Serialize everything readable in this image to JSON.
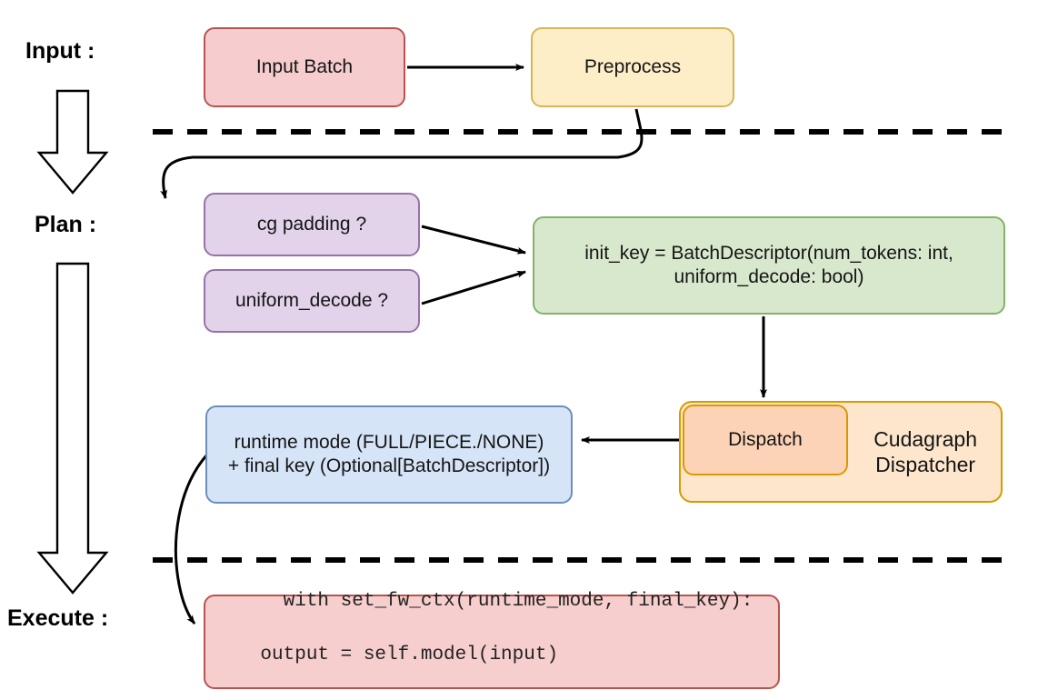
{
  "diagram": {
    "title": "vLLM cudagraph dispatch pipeline",
    "background": "#ffffff",
    "stages": [
      {
        "id": "input",
        "label": "Input :"
      },
      {
        "id": "plan",
        "label": "Plan :"
      },
      {
        "id": "execute",
        "label": "Execute :"
      }
    ],
    "nodes": [
      {
        "id": "input-batch",
        "label": "Input Batch",
        "fill": "#f6ccce",
        "stroke": "#b85450"
      },
      {
        "id": "preprocess",
        "label": "Preprocess",
        "fill": "#fdeec8",
        "stroke": "#d6b656"
      },
      {
        "id": "cg-padding",
        "label": "cg padding ?",
        "fill": "#e2d3eb",
        "stroke": "#9673a6"
      },
      {
        "id": "uniform-decode",
        "label": "uniform_decode ?",
        "fill": "#e2d3eb",
        "stroke": "#9673a6"
      },
      {
        "id": "init-key",
        "line1": "init_key = BatchDescriptor(num_tokens: int,",
        "line2": "uniform_decode: bool)",
        "fill": "#d8e8cd",
        "stroke": "#82b366"
      },
      {
        "id": "dispatch",
        "label": "Dispatch",
        "fill": "#fcd3b7",
        "stroke": "#d79b00"
      },
      {
        "id": "cudagraph-dispatcher",
        "line1": "Cudagraph",
        "line2": "Dispatcher",
        "fill": "#fde6cc",
        "stroke": "#d79b00"
      },
      {
        "id": "runtime-mode",
        "line1": "runtime mode (FULL/PIECE./NONE)",
        "line2": "+ final key (Optional[BatchDescriptor])",
        "fill": "#d6e4f7",
        "stroke": "#6c8ebf"
      },
      {
        "id": "exec-code",
        "line1": "with set_fw_ctx(runtime_mode, final_key):",
        "line2": "    output = self.model(input)",
        "fill": "#f6cecd",
        "stroke": "#b85450"
      }
    ],
    "edges": [
      {
        "id": "input-batch-to-preprocess",
        "from": "input-batch",
        "to": "preprocess",
        "style": "straight-arrow"
      },
      {
        "id": "preprocess-to-cg-padding",
        "from": "preprocess",
        "to": "cg-padding",
        "style": "curved-arrow"
      },
      {
        "id": "cg-padding-to-init-key",
        "from": "cg-padding",
        "to": "init-key",
        "style": "straight-arrow"
      },
      {
        "id": "uniform-decode-to-init-key",
        "from": "uniform-decode",
        "to": "init-key",
        "style": "straight-arrow"
      },
      {
        "id": "init-key-to-dispatch",
        "from": "init-key",
        "to": "dispatch",
        "style": "straight-arrow"
      },
      {
        "id": "dispatch-to-runtime-mode",
        "from": "dispatch",
        "to": "runtime-mode",
        "style": "straight-arrow"
      },
      {
        "id": "runtime-mode-to-exec-code",
        "from": "runtime-mode",
        "to": "exec-code",
        "style": "curved-arrow"
      }
    ],
    "separators": [
      {
        "id": "separator-input-plan",
        "style": "dashed"
      },
      {
        "id": "separator-plan-execute",
        "style": "dashed"
      }
    ],
    "stage_arrows": [
      {
        "id": "stage-arrow-input-to-plan"
      },
      {
        "id": "stage-arrow-plan-to-execute"
      }
    ]
  }
}
